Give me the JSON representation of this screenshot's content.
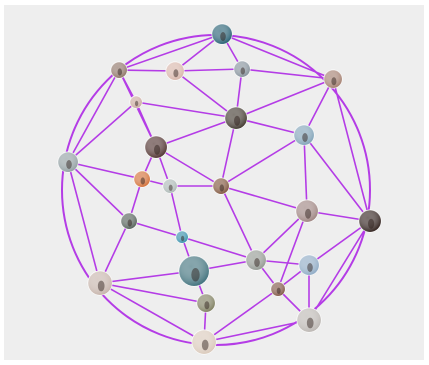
{
  "network": {
    "title": "",
    "edge_color": "#b43ce6",
    "outline_color": "#b43ce6",
    "background": "#eeeeee",
    "nodes": [
      {
        "id": "n0",
        "fill": "#1f5a6e",
        "photo": "photo-avatar"
      },
      {
        "id": "n1",
        "fill": "#8a6f61",
        "photo": "photo-avatar"
      },
      {
        "id": "n2",
        "fill": "#d6b2a6",
        "photo": "photo-avatar"
      },
      {
        "id": "n3",
        "fill": "#7f8c96",
        "photo": "photo-avatar"
      },
      {
        "id": "n4",
        "fill": "#a07a6a",
        "photo": "photo-avatar"
      },
      {
        "id": "n5",
        "fill": "#c7a49a",
        "photo": "photo-avatar"
      },
      {
        "id": "n6",
        "fill": "#3b3228",
        "photo": "photo-avatar"
      },
      {
        "id": "n7",
        "fill": "#7c9fb5",
        "photo": "photo-avatar"
      },
      {
        "id": "n8",
        "fill": "#4a2b28",
        "photo": "photo-avatar"
      },
      {
        "id": "n9",
        "fill": "#8d9b9e",
        "photo": "photo-avatar"
      },
      {
        "id": "n10",
        "fill": "#d0692e",
        "photo": "photo-avatar"
      },
      {
        "id": "n11",
        "fill": "#a8b5b2",
        "photo": "photo-avatar"
      },
      {
        "id": "n12",
        "fill": "#7a4e35",
        "photo": "photo-avatar"
      },
      {
        "id": "n13",
        "fill": "#9a7f7c",
        "photo": "photo-avatar"
      },
      {
        "id": "n14",
        "fill": "#2a1a16",
        "photo": "photo-avatar"
      },
      {
        "id": "n15",
        "fill": "#4d5a52",
        "photo": "photo-avatar"
      },
      {
        "id": "n16",
        "fill": "#2c8aa7",
        "photo": "photo-avatar"
      },
      {
        "id": "n17",
        "fill": "#3a6d78",
        "photo": "photo-avatar"
      },
      {
        "id": "n18",
        "fill": "#8f958e",
        "photo": "photo-avatar"
      },
      {
        "id": "n19",
        "fill": "#8aa7c2",
        "photo": "photo-avatar"
      },
      {
        "id": "n20",
        "fill": "#c4b1a8",
        "photo": "photo-avatar"
      },
      {
        "id": "n21",
        "fill": "#7a4f3d",
        "photo": "photo-avatar"
      },
      {
        "id": "n22",
        "fill": "#7a7a5a",
        "photo": "photo-avatar"
      },
      {
        "id": "n23",
        "fill": "#b9b4b0",
        "photo": "photo-avatar"
      },
      {
        "id": "n24",
        "fill": "#d8c7b8",
        "photo": "photo-avatar"
      }
    ],
    "edges": [
      [
        "n0",
        "n1"
      ],
      [
        "n0",
        "n2"
      ],
      [
        "n0",
        "n3"
      ],
      [
        "n0",
        "n4"
      ],
      [
        "n1",
        "n2"
      ],
      [
        "n1",
        "n5"
      ],
      [
        "n1",
        "n8"
      ],
      [
        "n1",
        "n9"
      ],
      [
        "n2",
        "n3"
      ],
      [
        "n2",
        "n6"
      ],
      [
        "n3",
        "n4"
      ],
      [
        "n3",
        "n6"
      ],
      [
        "n4",
        "n6"
      ],
      [
        "n4",
        "n7"
      ],
      [
        "n4",
        "n14"
      ],
      [
        "n5",
        "n6"
      ],
      [
        "n5",
        "n8"
      ],
      [
        "n5",
        "n9"
      ],
      [
        "n6",
        "n8"
      ],
      [
        "n6",
        "n12"
      ],
      [
        "n6",
        "n7"
      ],
      [
        "n7",
        "n12"
      ],
      [
        "n7",
        "n14"
      ],
      [
        "n7",
        "n13"
      ],
      [
        "n8",
        "n10"
      ],
      [
        "n8",
        "n11"
      ],
      [
        "n8",
        "n12"
      ],
      [
        "n9",
        "n15"
      ],
      [
        "n9",
        "n20"
      ],
      [
        "n9",
        "n10"
      ],
      [
        "n10",
        "n11"
      ],
      [
        "n10",
        "n15"
      ],
      [
        "n11",
        "n12"
      ],
      [
        "n11",
        "n16"
      ],
      [
        "n12",
        "n18"
      ],
      [
        "n12",
        "n13"
      ],
      [
        "n13",
        "n14"
      ],
      [
        "n13",
        "n18"
      ],
      [
        "n13",
        "n21"
      ],
      [
        "n14",
        "n19"
      ],
      [
        "n14",
        "n23"
      ],
      [
        "n15",
        "n16"
      ],
      [
        "n15",
        "n20"
      ],
      [
        "n16",
        "n17"
      ],
      [
        "n16",
        "n18"
      ],
      [
        "n17",
        "n18"
      ],
      [
        "n17",
        "n20"
      ],
      [
        "n17",
        "n22"
      ],
      [
        "n18",
        "n21"
      ],
      [
        "n18",
        "n19"
      ],
      [
        "n19",
        "n21"
      ],
      [
        "n19",
        "n23"
      ],
      [
        "n20",
        "n22"
      ],
      [
        "n20",
        "n24"
      ],
      [
        "n21",
        "n23"
      ],
      [
        "n21",
        "n24"
      ],
      [
        "n22",
        "n24"
      ],
      [
        "n23",
        "n24"
      ]
    ]
  }
}
